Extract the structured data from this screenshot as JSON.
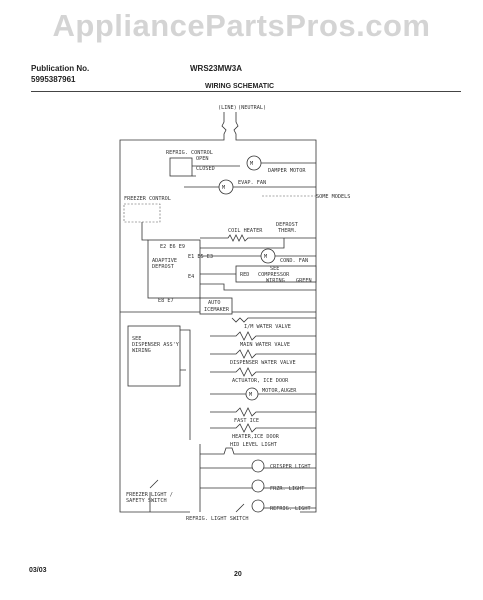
{
  "header": {
    "site_title": "AppliancePartsPros.com",
    "publication_label": "Publication No.",
    "publication_number": "5995387961",
    "model": "WRS23MW3A",
    "section_title": "WIRING SCHEMATIC"
  },
  "schematic": {
    "line_label": "(LINE)",
    "neutral_label": "(NEUTRAL)",
    "refrig_control": "REFRIG. CONTROL",
    "open": "OPEN",
    "closed": "CLOSED",
    "damper_motor": "DAMPER MOTOR",
    "evap_fan": "EVAP. FAN",
    "some_models": "SOME MODELS",
    "freezer_control": "FREEZER CONTROL",
    "coil_heater": "COIL HEATER",
    "defrost_therm_1": "DEFROST",
    "defrost_therm_2": "THERM.",
    "terminals_top": "E2  E6  E9",
    "terminals_mid": "E1\nE5\nE3",
    "adaptive_defrost_1": "ADAPTIVE",
    "adaptive_defrost_2": "DEFROST",
    "terminal_e4": "E4",
    "terminals_bottom": "E8  E7",
    "cond_fan": "COND. FAN",
    "red": "RED",
    "see_compressor_1": "SEE",
    "see_compressor_2": "COMPRESSOR",
    "see_compressor_3": "WIRING",
    "green": "GREEN",
    "auto_icemaker_1": "AUTO",
    "auto_icemaker_2": "ICEMAKER",
    "see_dispenser_1": "SEE",
    "see_dispenser_2": "DISPENSER ASS'Y",
    "see_dispenser_3": "WIRING",
    "im_water_valve": "I/M WATER VALVE",
    "main_water_valve": "MAIN WATER VALVE",
    "dispenser_water_valve": "DISPENSER WATER VALVE",
    "actuator_ice_door": "ACTUATOR, ICE DOOR",
    "motor_auger": "MOTOR,AUGER",
    "fast_ice": "FAST ICE",
    "heater_ice_door": "HEATER,ICE DOOR",
    "hid_level_light": "HID LEVEL LIGHT",
    "crisper_light": "CRISPER LIGHT",
    "frzr_light": "FRZR. LIGHT",
    "refrig_light": "REFRIG. LIGHT",
    "freezer_light_switch_1": "FREEZER LIGHT /",
    "freezer_light_switch_2": "SAFETY SWITCH",
    "refrig_light_switch": "REFRIG. LIGHT SWITCH"
  },
  "footer": {
    "date": "03/03",
    "page": "20"
  }
}
